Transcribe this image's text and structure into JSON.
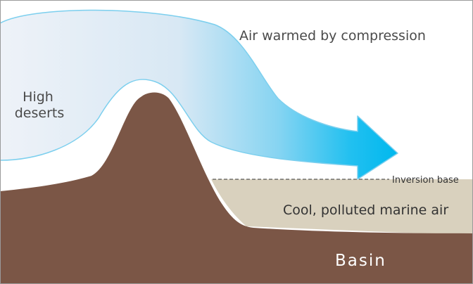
{
  "labels": {
    "high_deserts": [
      "High",
      "deserts"
    ],
    "air_warmed": "Air warmed by compression",
    "inversion_base": "Inversion base",
    "marine_air": "Cool, polluted marine air",
    "basin": "Basin"
  },
  "colors": {
    "background": "#ffffff",
    "frame": "#9a9a9a",
    "ground": "#7b5646",
    "marine_air": "#d9d1be",
    "air_flow_light": "#eef2f8",
    "air_flow_dark": "#00b8ee",
    "air_flow_outline": "#7ccfee",
    "text": "#4a4a4a"
  }
}
